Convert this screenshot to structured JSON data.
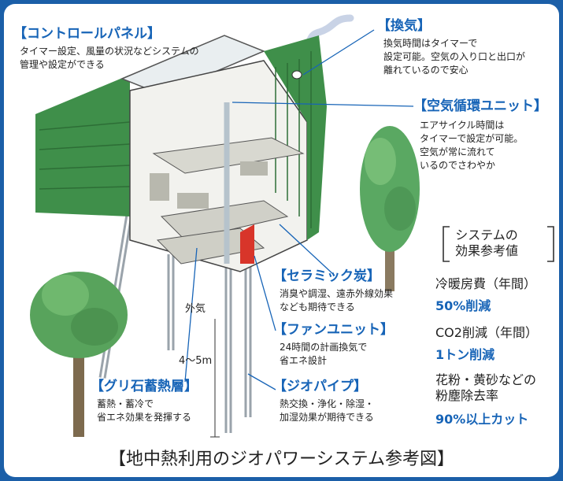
{
  "annotations": {
    "control_panel": {
      "title": "【コントロールパネル】",
      "body": "タイマー設定、風量の状況などシステムの\n管理や設定ができる"
    },
    "ventilation": {
      "title": "【換気】",
      "body": "換気時間はタイマーで\n設定可能。空気の入り口と出口が\n離れているので安心"
    },
    "air_circulation": {
      "title": "【空気循環ユニット】",
      "body": "エアサイクル時間は\nタイマーで設定が可能。\n空気が常に流れて\nいるのでさわやか"
    },
    "ceramic": {
      "title": "【セラミック炭】",
      "body": "消臭や調湿、遠赤外線効果\nなども期待できる"
    },
    "fan_unit": {
      "title": "【ファンユニット】",
      "body": "24時間の計画換気で\n省エネ設計"
    },
    "guri_stone": {
      "title": "【グリ石蓄熱層】",
      "body": "蓄熱・蓄冷で\n省エネ効果を発揮する"
    },
    "geo_pipe": {
      "title": "【ジオパイプ】",
      "body": "熱交換・浄化・除湿・\n加湿効果が期待できる"
    }
  },
  "labels": {
    "outside_air": "外気",
    "depth": "4〜5m"
  },
  "effects": {
    "title": "システムの\n効果参考値",
    "items": [
      {
        "label": "冷暖房費（年間）",
        "value": "50%削減"
      },
      {
        "label": "CO2削減（年間）",
        "value": "1トン削減"
      },
      {
        "label": "花粉・黄砂などの\n粉塵除去率",
        "value": "90%以上カット"
      }
    ]
  },
  "caption": "【地中熱利用のジオパワーシステム参考図】",
  "colors": {
    "accent": "#1764b7",
    "frame": "#1b5fa8",
    "house_green": "#3f8f4a",
    "pipe_red": "#d8352a"
  }
}
